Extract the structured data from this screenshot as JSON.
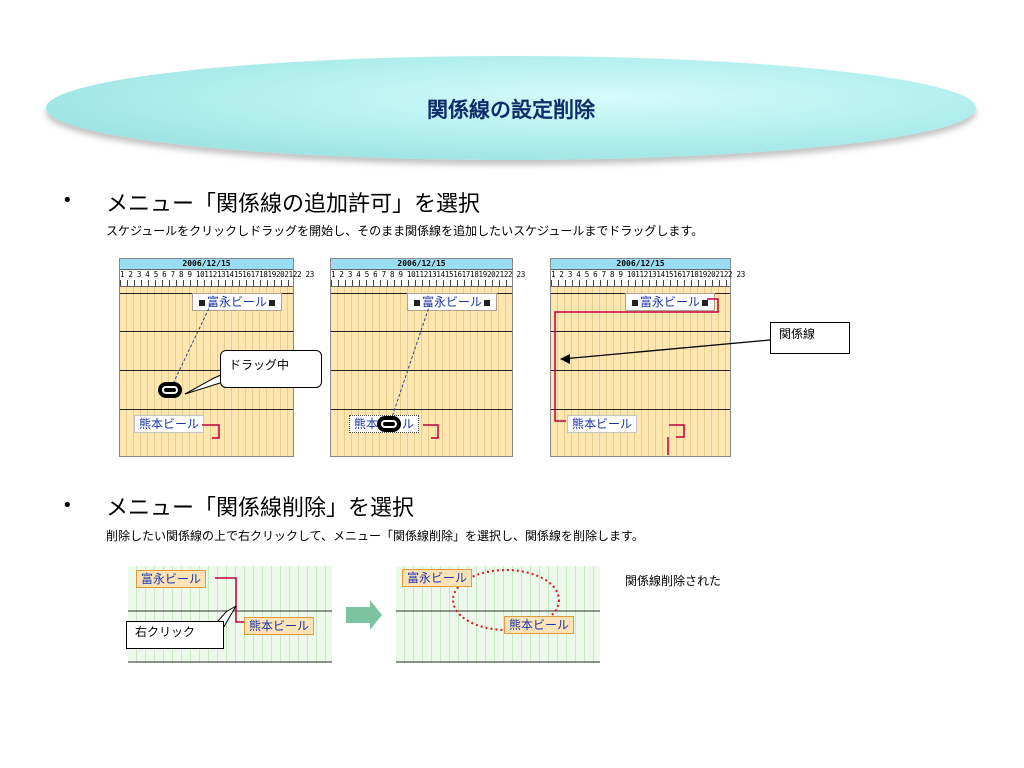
{
  "title": "関係線の設定削除",
  "section1": {
    "bullet": "•",
    "heading": "メニュー「関係線の追加許可」を選択",
    "description": "スケジュールをクリックしドラッグを開始し、そのまま関係線を追加したいスケジュールまでドラッグします。"
  },
  "gantt": {
    "date": "2006/12/15",
    "hours": "1 2 3 4 5 6 7 8 9 1011213141516171819202122 23",
    "row_upper": "富永ビール",
    "row_lower": "熊本ビール"
  },
  "callouts": {
    "dragging": "ドラッグ中",
    "relation_line": "関係線",
    "right_click": "右クリック"
  },
  "section2": {
    "bullet": "•",
    "heading": "メニュー「関係線削除」を選択",
    "description": "削除したい関係線の上で右クリックして、メニュー「関係線削除」を選択し、関係線を削除します。"
  },
  "result_label": "関係線削除された",
  "colors": {
    "banner_text": "#0f2c6b",
    "gantt_body": "#fde6b0",
    "gantt_date_header": "#99ddf2",
    "relation_line": "#c0003c",
    "deleted_circle": "#e0141e",
    "arrow": "#7cc4a0"
  }
}
